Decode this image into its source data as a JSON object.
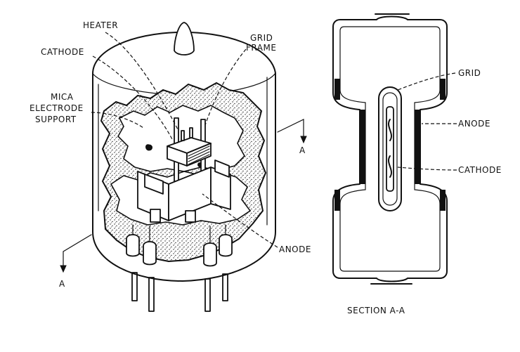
{
  "labels": {
    "heater": "HEATER",
    "cathode": "CATHODE",
    "grid_frame_line1": "GRID",
    "grid_frame_line2": "FRAME",
    "mica_line1": "MICA",
    "mica_line2": "ELECTRODE",
    "mica_line3": "SUPPORT",
    "anode": "ANODE",
    "section_marker_right": "A",
    "section_marker_left": "A"
  },
  "section": {
    "grid": "GRID",
    "anode": "ANODE",
    "cathode": "CATHODE",
    "caption": "SECTION A-A"
  },
  "colors": {
    "ink": "#111111",
    "paper": "#ffffff"
  }
}
